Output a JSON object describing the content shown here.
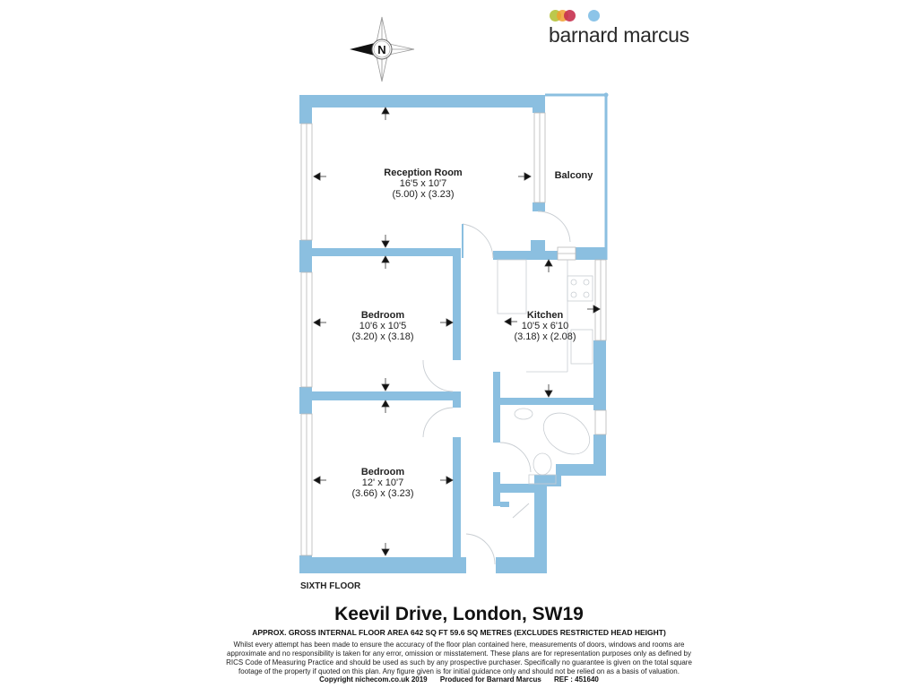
{
  "brand": {
    "name": "barnard marcus",
    "dot_colors": [
      "#b5c23a",
      "#f0a030",
      "#c7314f",
      "#8cc4e8"
    ]
  },
  "compass": {
    "label": "N"
  },
  "colors": {
    "wall": "#8bbfe0",
    "fixture_line": "#c8cdd2",
    "arrow": "#111111"
  },
  "rooms": [
    {
      "name": "Reception Room",
      "imperial": "16'5 x 10'7",
      "metric": "(5.00) x (3.23)"
    },
    {
      "name": "Balcony"
    },
    {
      "name": "Bedroom",
      "imperial": "10'6 x 10'5",
      "metric": "(3.20) x (3.18)"
    },
    {
      "name": "Kitchen",
      "imperial": "10'5 x 6'10",
      "metric": "(3.18) x (2.08)"
    },
    {
      "name": "Bedroom",
      "imperial": "12' x 10'7",
      "metric": "(3.66) x (3.23)"
    }
  ],
  "floor_label": "SIXTH FLOOR",
  "footer": {
    "title": "Keevil Drive, London, SW19",
    "area": "APPROX. GROSS INTERNAL FLOOR AREA 642 SQ FT 59.6 SQ METRES (EXCLUDES RESTRICTED HEAD HEIGHT)",
    "disclaimer": "Whilst every attempt has been made to ensure the accuracy of the floor plan contained here, measurements of doors, windows and rooms are approximate and no responsibility is taken for any error, omission or misstatement. These plans are for representation purposes only as defined by RICS Code of Measuring Practice and should be used as such by any prospective purchaser.  Specifically no guarantee is given on the total square footage of the property if quoted on this plan. Any figure given is for initial guidance only and should not be relied on as a basis of valuation.",
    "copyright": "Copyright nichecom.co.uk 2019",
    "produced_for": "Produced for Barnard Marcus",
    "ref": "REF : 451640"
  }
}
